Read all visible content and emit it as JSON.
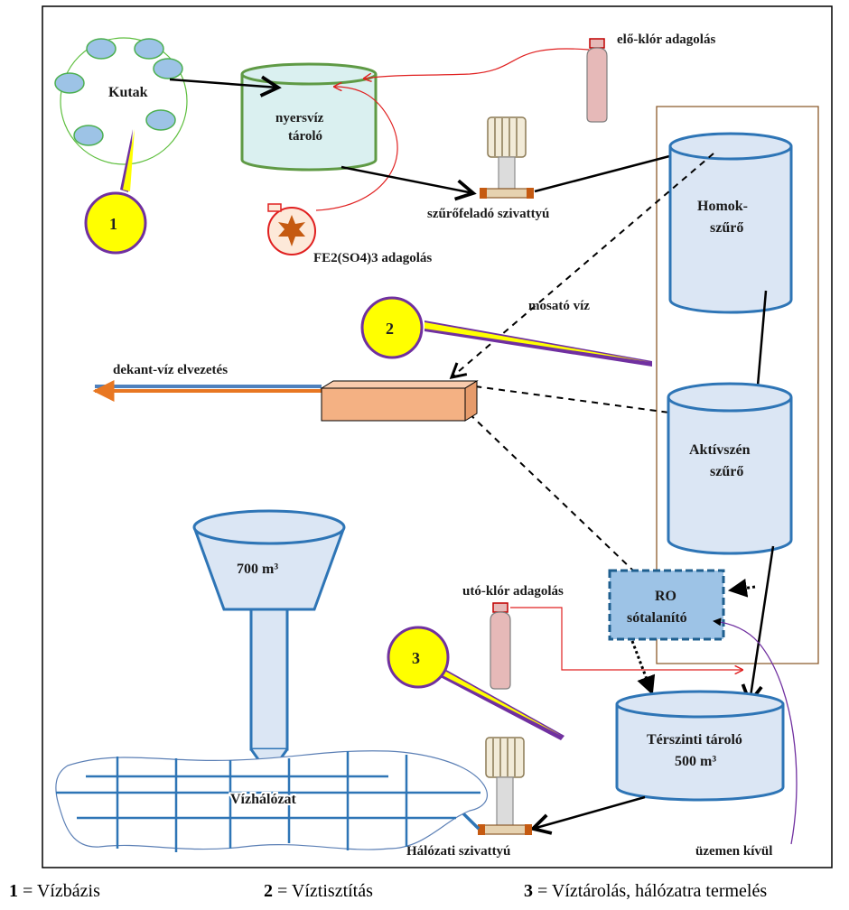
{
  "labels": {
    "wells": "Kutak",
    "raw_tank_1": "nyersvíz",
    "raw_tank_2": "tároló",
    "pre_chlorine": "elő-klór adagolás",
    "filter_pump": "szűrőfeladó szivattyú",
    "ferric_dosing": "FE2(SO4)3 adagolás",
    "sand_filter_1": "Homok-",
    "sand_filter_2": "szűrő",
    "wash_water": "mosató víz",
    "decant": "dekant-víz elvezetés",
    "carbon_filter_1": "Aktívszén",
    "carbon_filter_2": "szűrő",
    "tower_volume": "700 m³",
    "post_chlorine": "utó-klór adagolás",
    "ro_1": "RO",
    "ro_2": "sótalanító",
    "ground_tank_1": "Térszinti tároló",
    "ground_tank_2": "500 m³",
    "network": "Vízhálózat",
    "network_pump": "Hálózati szivattyú",
    "out_of_service": "üzemen kívül"
  },
  "markers": {
    "m1": "1",
    "m2": "2",
    "m3": "3"
  },
  "legend": [
    {
      "num": "1",
      "text": " = Vízbázis"
    },
    {
      "num": "2",
      "text": " = Víztisztítás"
    },
    {
      "num": "3",
      "text": " = Víztárolás, hálózatra termelés"
    }
  ],
  "colors": {
    "tank_fill": "#dbe6f4",
    "tank_stroke": "#2e75b6",
    "raw_tank_fill": "#daf0f0",
    "raw_tank_stroke": "#5f9a45",
    "well_fill": "#9dc3e6",
    "marker_fill": "#ffff00",
    "decant_box": "#f4b183",
    "red_line": "#e02020",
    "purple_line": "#7030a0"
  }
}
